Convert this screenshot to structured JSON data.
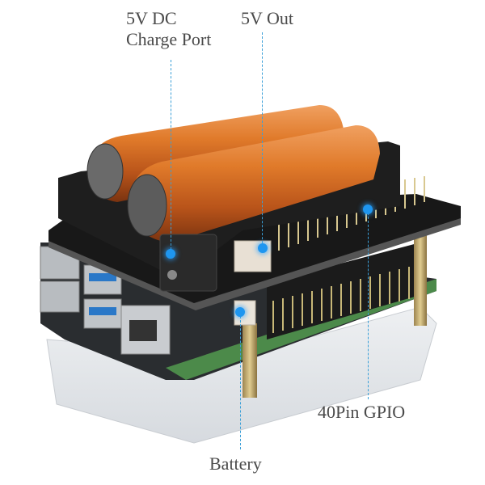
{
  "image": {
    "subject": "Battery expansion board (UPS HAT) stacked on a single-board computer over an acrylic base",
    "callouts": [
      {
        "id": "charge_port",
        "line1": "5V DC",
        "line2": "Charge Port"
      },
      {
        "id": "out",
        "line1": "5V Out"
      },
      {
        "id": "gpio",
        "line1": "40Pin GPIO"
      },
      {
        "id": "battery",
        "line1": "Battery"
      }
    ],
    "colors": {
      "callout_dot": "#1e96f0",
      "callout_line": "#3a9fd8",
      "label_text": "#4a4a4a",
      "battery_wrap": "#d2691e"
    }
  }
}
